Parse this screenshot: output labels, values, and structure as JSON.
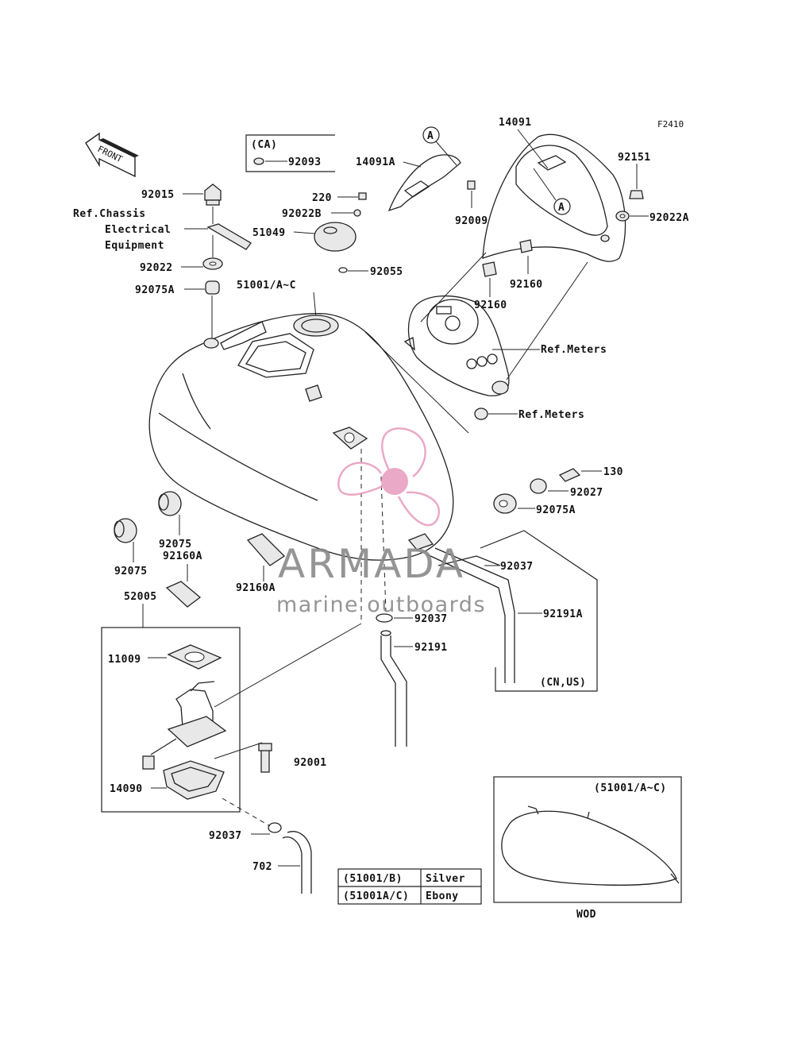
{
  "figure_code": "F2410",
  "front_label": "FRONT",
  "ca_box": {
    "title": "(CA)",
    "part": "92093"
  },
  "callout_letter": "A",
  "labels": {
    "p14091": "14091",
    "p14091A": "14091A",
    "p92151": "92151",
    "p92022A": "92022A",
    "p92009": "92009",
    "p92160a": "92160",
    "p92160b": "92160",
    "p220": "220",
    "p92022B": "92022B",
    "p51049": "51049",
    "p92055": "92055",
    "p51001": "51001/A~C",
    "p92015": "92015",
    "p92022": "92022",
    "p92075A_top": "92075A",
    "ref_meters_1": "Ref.Meters",
    "ref_meters_2": "Ref.Meters",
    "p130": "130",
    "p92027": "92027",
    "p92075A_right": "92075A",
    "p92037_right": "92037",
    "p92191A": "92191A",
    "p92037_mid": "92037",
    "p92191": "92191",
    "p92075_a": "92075",
    "p92075_b": "92075",
    "p92160A_a": "92160A",
    "p92160A_b": "92160A",
    "p52005": "52005",
    "p11009": "11009",
    "p14090": "14090",
    "p92001": "92001",
    "p92037_bottom": "92037",
    "p702": "702"
  },
  "ref_chassis": [
    "Ref.Chassis",
    "Electrical",
    "Equipment"
  ],
  "cn_us_box": "(CN,US)",
  "color_table": [
    {
      "model": "(51001/B)",
      "color": "Silver"
    },
    {
      "model": "(51001A/C)",
      "color": "Ebony"
    }
  ],
  "inset": {
    "title": "(51001/A~C)",
    "caption": "WOD"
  },
  "watermark": {
    "brand": "ARMADA",
    "tagline": "marine outboards",
    "color": "#e8a0c0"
  }
}
